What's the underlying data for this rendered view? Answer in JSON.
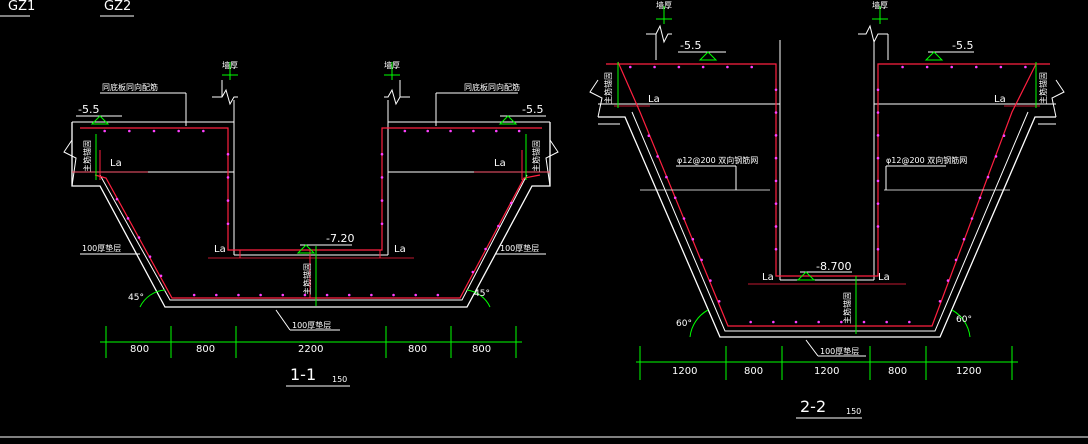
{
  "top_labels": {
    "left1": "GZ1",
    "left2": "GZ2"
  },
  "section_1": {
    "title": "1-1",
    "scale": "150",
    "elev_top_left": "-5.5",
    "elev_top_right": "-5.5",
    "elev_bottom": "-7.20",
    "wall_label_left": "墙厚",
    "wall_label_right": "墙厚",
    "note_left": "同底板同向配筋",
    "note_right": "同底板同向配筋",
    "rebar_label_left": "主筋锚固",
    "rebar_label_right": "主筋锚固",
    "rebar_label_center": "主筋锚固",
    "cushion_left": "100厚垫层",
    "cushion_right": "100厚垫层",
    "cushion_bottom": "100厚垫层",
    "la": "La",
    "angle_left": "45°",
    "angle_right": "45°",
    "dims": [
      "800",
      "800",
      "2200",
      "800",
      "800"
    ]
  },
  "section_2": {
    "title": "2-2",
    "scale": "150",
    "elev_top_left": "-5.5",
    "elev_top_right": "-5.5",
    "elev_bottom": "-8.700",
    "wall_label_left": "墙厚",
    "wall_label_right": "墙厚",
    "rebar_note_left": "φ12@200 双向钢筋网",
    "rebar_note_right": "φ12@200 双向钢筋网",
    "rebar_label_left": "主筋锚固",
    "rebar_label_right": "主筋锚固",
    "rebar_label_center": "主筋锚固",
    "cushion_bottom": "100厚垫层",
    "la": "La",
    "angle_left": "60°",
    "angle_right": "60°",
    "dims": [
      "1200",
      "800",
      "1200",
      "800",
      "1200"
    ]
  },
  "colors": {
    "background": "#000000",
    "concrete": "#ffffff",
    "rebar": "#ff2040",
    "dimension": "#00ff00",
    "annotation": "#ffffff",
    "dots": "#ff40ff"
  }
}
